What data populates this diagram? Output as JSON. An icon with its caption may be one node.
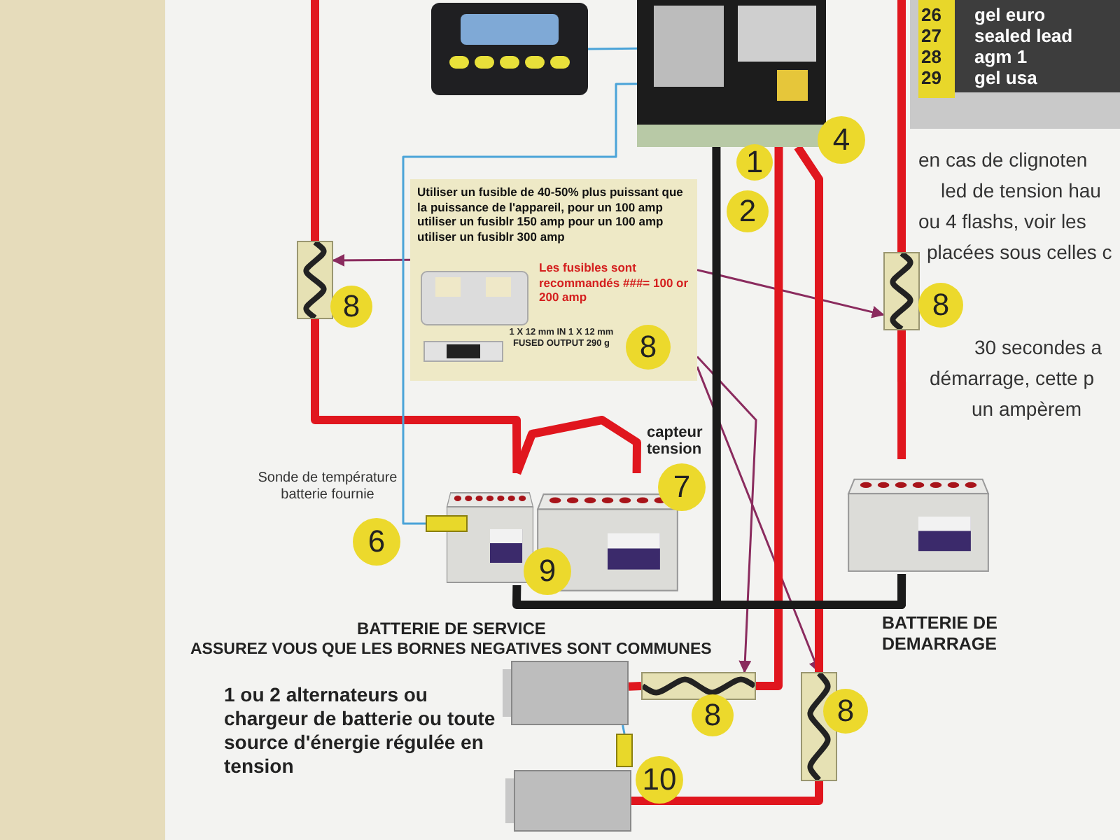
{
  "diagram": {
    "nodes": [
      {
        "text": [],
        "shape": "picture"
      },
      {
        "text": [],
        "shape": "picture"
      },
      {
        "text": [
          "1"
        ]
      },
      {
        "text": [
          "4"
        ]
      },
      {
        "text": [
          "2"
        ]
      },
      {
        "text": [
          "Utiliser un fusible de 40-50% plus puissant que la puissance de l'appareil, pour un 100 amp utiliser un fusiblr 150 amp pour un 100 amp utiliser un fusiblr 300 amp",
          "Les fusibles sont recommandés ###= 100 or 200 amp",
          "1 X 12 mm IN 1 X 12 mm FUSED OUTPUT 290 g"
        ]
      },
      {
        "text": [
          "8"
        ],
        "in": 5
      },
      {
        "text": [],
        "shape": "fuse"
      },
      {
        "text": [
          "8"
        ]
      },
      {
        "text": [],
        "shape": "fuse"
      },
      {
        "text": [
          "8"
        ]
      },
      {
        "text": [],
        "shape": "battery"
      },
      {
        "text": [],
        "shape": "battery"
      },
      {
        "text": [],
        "shape": "battery"
      },
      {
        "text": [],
        "shape": "plug"
      },
      {
        "text": [
          "6"
        ],
        "beside": [
          "Sonde de température batterie fournie"
        ]
      },
      {
        "text": [
          "7"
        ],
        "beside": [
          "capteur tension"
        ]
      },
      {
        "text": [
          "9"
        ]
      },
      {
        "text": [],
        "shape": "box"
      },
      {
        "text": [],
        "shape": "fuse"
      },
      {
        "text": [
          "8"
        ]
      },
      {
        "text": [],
        "shape": "fuse"
      },
      {
        "text": [
          "8"
        ]
      },
      {
        "text": [],
        "shape": "plug"
      },
      {
        "text": [],
        "shape": "box"
      },
      {
        "text": [
          "10"
        ]
      }
    ],
    "edges": [
      {
        "from": 5,
        "to": 7,
        "arrow": "to",
        "color": "#8a2b5e"
      },
      {
        "from": 5,
        "to": 9,
        "arrow": "to",
        "color": "#8a2b5e"
      },
      {
        "from": 5,
        "to": 19,
        "arrow": "to",
        "color": "#8a2b5e"
      },
      {
        "from": 5,
        "to": 21,
        "arrow": "to",
        "color": "#8a2b5e"
      },
      {
        "from": null,
        "to": 7,
        "arrow": "none",
        "color": "#e0161e"
      },
      {
        "from": 7,
        "to": 11,
        "arrow": "none",
        "color": "#e0161e"
      },
      {
        "from": 11,
        "to": 12,
        "arrow": "none",
        "color": "#e0161e"
      },
      {
        "from": null,
        "to": 9,
        "arrow": "none",
        "color": "#e0161e"
      },
      {
        "from": 9,
        "to": 13,
        "arrow": "none",
        "color": "#e0161e"
      },
      {
        "from": 1,
        "to": 19,
        "arrow": "none",
        "color": "#e0161e"
      },
      {
        "from": 1,
        "to": 21,
        "arrow": "none",
        "color": "#e0161e"
      },
      {
        "from": 19,
        "to": 18,
        "arrow": "none",
        "color": "#e0161e"
      },
      {
        "from": 21,
        "to": 24,
        "arrow": "none",
        "color": "#e0161e"
      },
      {
        "from": 1,
        "to": 13,
        "arrow": "none",
        "color": "#1a1a1a"
      },
      {
        "from": 11,
        "to": 13,
        "arrow": "none",
        "color": "#1a1a1a"
      },
      {
        "from": 14,
        "to": 1,
        "arrow": "none",
        "color": "#4aa3d8"
      },
      {
        "from": 0,
        "to": 1,
        "arrow": "none",
        "color": "#4aa3d8"
      },
      {
        "from": 18,
        "to": 23,
        "arrow": "none",
        "color": "#4aa3d8"
      }
    ],
    "labels": [
      "26",
      "gel euro",
      "27",
      "sealed lead",
      "28",
      "agm 1",
      "29",
      "gel usa",
      "en cas de clignoten",
      "led de tension hau",
      "ou 4 flashs, voir les",
      "placées sous celles c",
      "30 secondes a",
      "démarrage, cette p",
      "un ampèrem",
      "BATTERIE DE SERVICE",
      "ASSUREZ VOUS QUE LES BORNES NEGATIVES SONT COMMUNES",
      "BATTERIE DE DEMARRAGE",
      "1 ou 2 alternateurs ou chargeur de batterie ou toute source d'énergie régulée en tension"
    ]
  }
}
